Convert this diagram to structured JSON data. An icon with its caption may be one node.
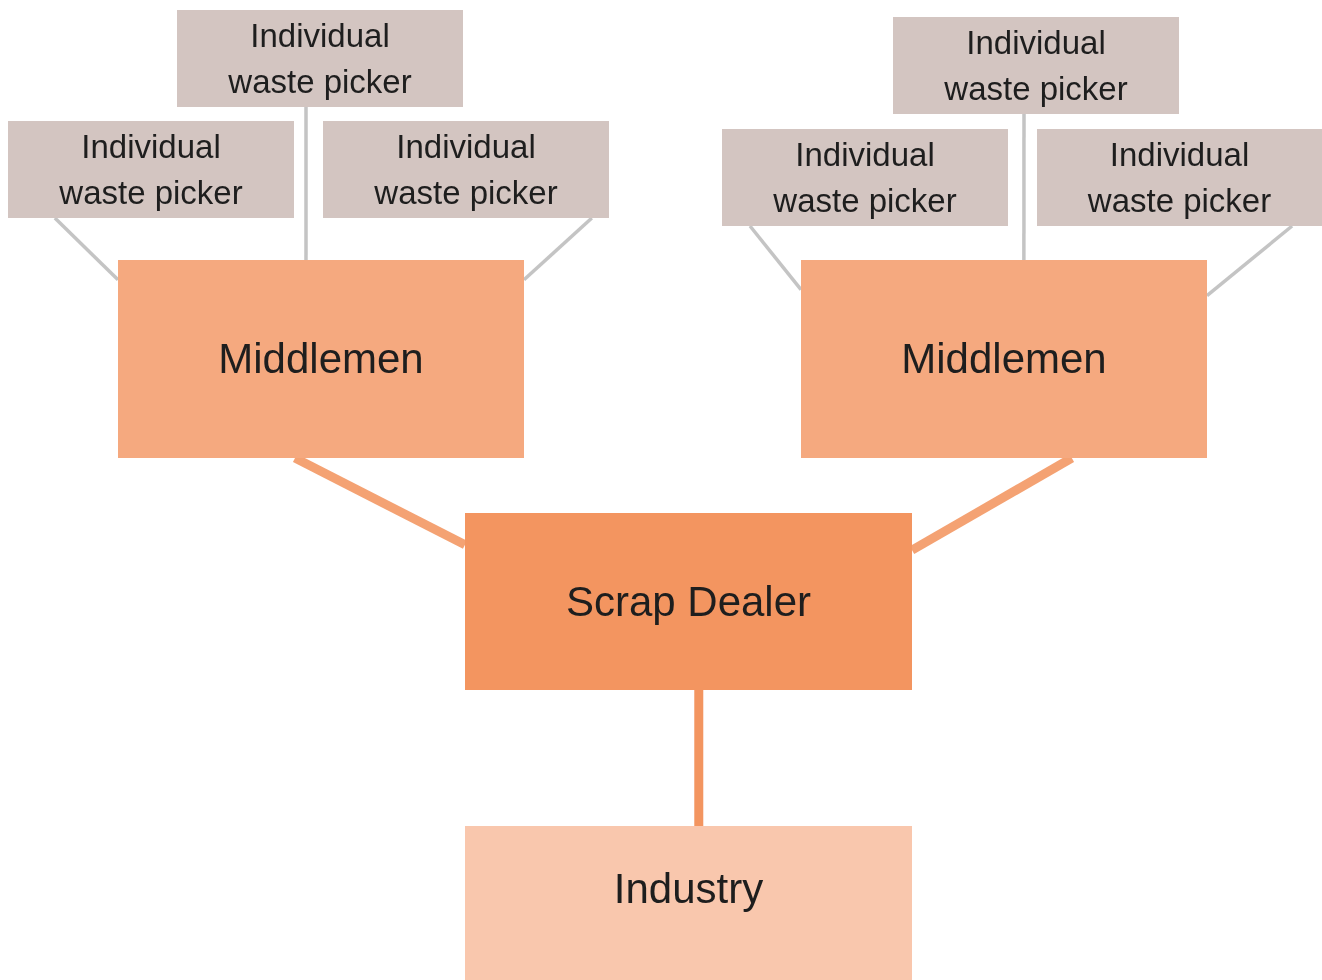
{
  "diagram": {
    "nodes": [
      {
        "text": [
          "Individual waste picker"
        ]
      },
      {
        "text": [
          "Individual waste picker"
        ]
      },
      {
        "text": [
          "Individual waste picker"
        ]
      },
      {
        "text": [
          "Middlemen"
        ]
      },
      {
        "text": [
          "Individual waste picker"
        ]
      },
      {
        "text": [
          "Individual waste picker"
        ]
      },
      {
        "text": [
          "Individual waste picker"
        ]
      },
      {
        "text": [
          "Middlemen"
        ]
      },
      {
        "text": [
          "Scrap Dealer"
        ]
      },
      {
        "text": [
          "Industry"
        ]
      }
    ],
    "edges": [
      {
        "from": 1,
        "to": 3,
        "arrow": "none"
      },
      {
        "from": 0,
        "to": 3,
        "arrow": "none"
      },
      {
        "from": 2,
        "to": 3,
        "arrow": "none"
      },
      {
        "from": 5,
        "to": 7,
        "arrow": "none"
      },
      {
        "from": 4,
        "to": 7,
        "arrow": "none"
      },
      {
        "from": 6,
        "to": 7,
        "arrow": "none"
      },
      {
        "from": 3,
        "to": 8,
        "arrow": "none",
        "style": "thick",
        "color": "#f4a273"
      },
      {
        "from": 7,
        "to": 8,
        "arrow": "none",
        "style": "thick",
        "color": "#f4a273"
      },
      {
        "from": 8,
        "to": 9,
        "arrow": "none",
        "style": "thick",
        "color": "#f39560"
      }
    ]
  }
}
